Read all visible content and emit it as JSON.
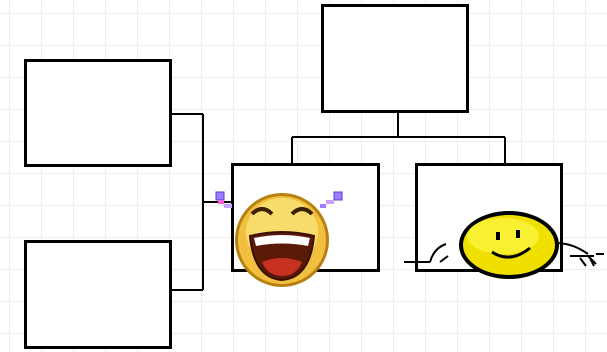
{
  "diagram": {
    "boxes": [
      {
        "id": "box-top",
        "label": ""
      },
      {
        "id": "box-mid-left",
        "label": ""
      },
      {
        "id": "box-mid-right",
        "label": ""
      },
      {
        "id": "box-left-top",
        "label": ""
      },
      {
        "id": "box-left-bottom",
        "label": ""
      }
    ],
    "connectors": [
      {
        "from": "box-top",
        "to": [
          "box-mid-left",
          "box-mid-right"
        ],
        "style": "tree-bracket"
      },
      {
        "from": [
          "box-left-top",
          "box-left-bottom"
        ],
        "to": "box-mid-left",
        "style": "bracket"
      }
    ],
    "emojis": [
      {
        "name": "crying-laughing-emoji",
        "near": "box-mid-left"
      },
      {
        "name": "lying-smiley-emoji",
        "near": "box-mid-right"
      }
    ]
  },
  "colors": {
    "line": "#000000",
    "box_border": "#000000",
    "grid": "#eeeeee",
    "emoji_yellow": "#f0e000",
    "emoji_orange": "#e8a830",
    "emoji_mouth": "#c83020",
    "tear_purple": "#9a80ff"
  }
}
